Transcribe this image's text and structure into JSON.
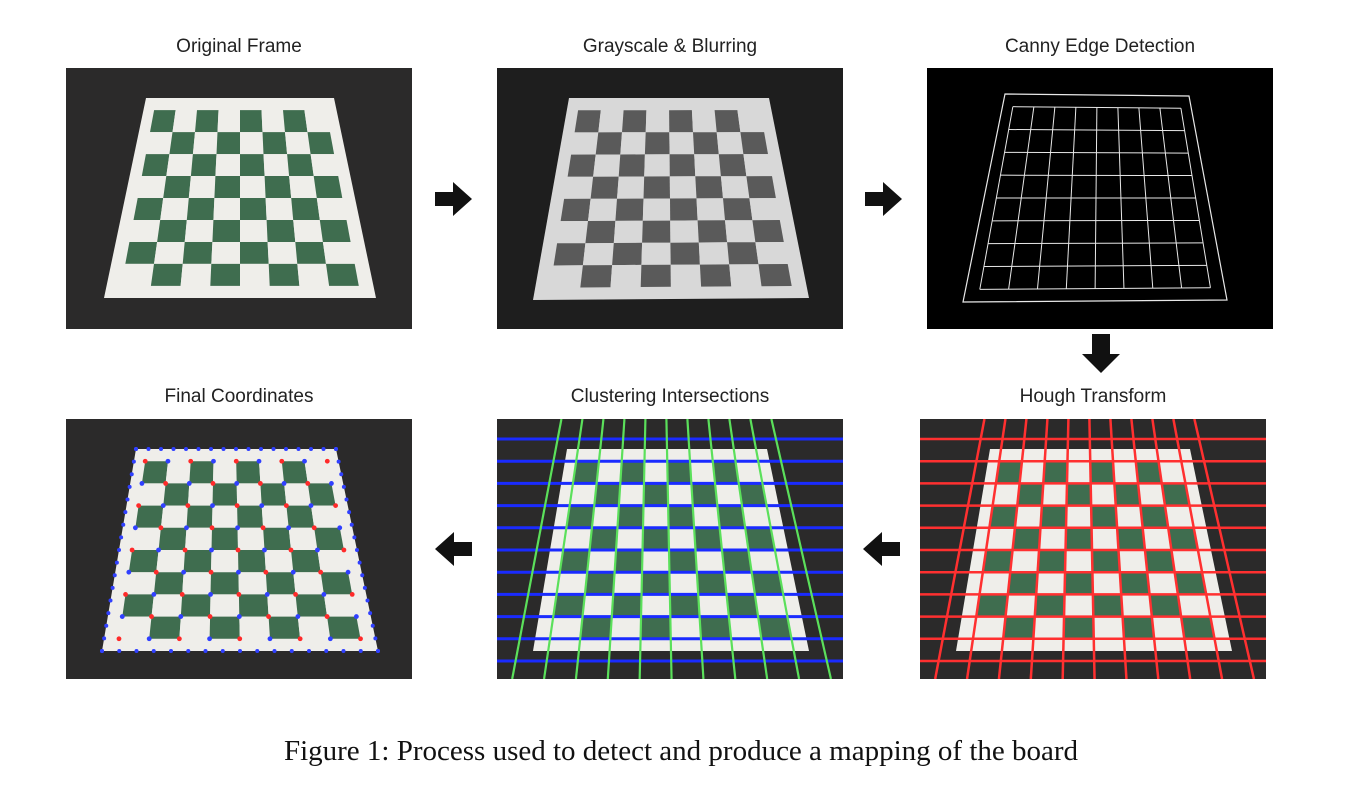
{
  "panels": {
    "original": {
      "title": "Original Frame"
    },
    "grayscale": {
      "title": "Grayscale & Blurring"
    },
    "canny": {
      "title": "Canny Edge Detection"
    },
    "hough": {
      "title": "Hough Transform"
    },
    "clustering": {
      "title": "Clustering Intersections"
    },
    "final": {
      "title": "Final Coordinates"
    }
  },
  "caption": "Figure 1: Process used to detect and produce a mapping of the board",
  "colors": {
    "background_dark": "#2b2a2a",
    "board_light": "#efeeea",
    "board_green": "#3f6d4f",
    "gray_dark": "#5a5a5a",
    "gray_light": "#d8d8d8",
    "edge_white": "#e8e8e8",
    "hough_red": "#ff3030",
    "cluster_blue": "#1a2bff",
    "cluster_green": "#5be05b",
    "point_blue": "#3040ff",
    "point_red": "#ff2a2a",
    "arrow": "#111111"
  }
}
